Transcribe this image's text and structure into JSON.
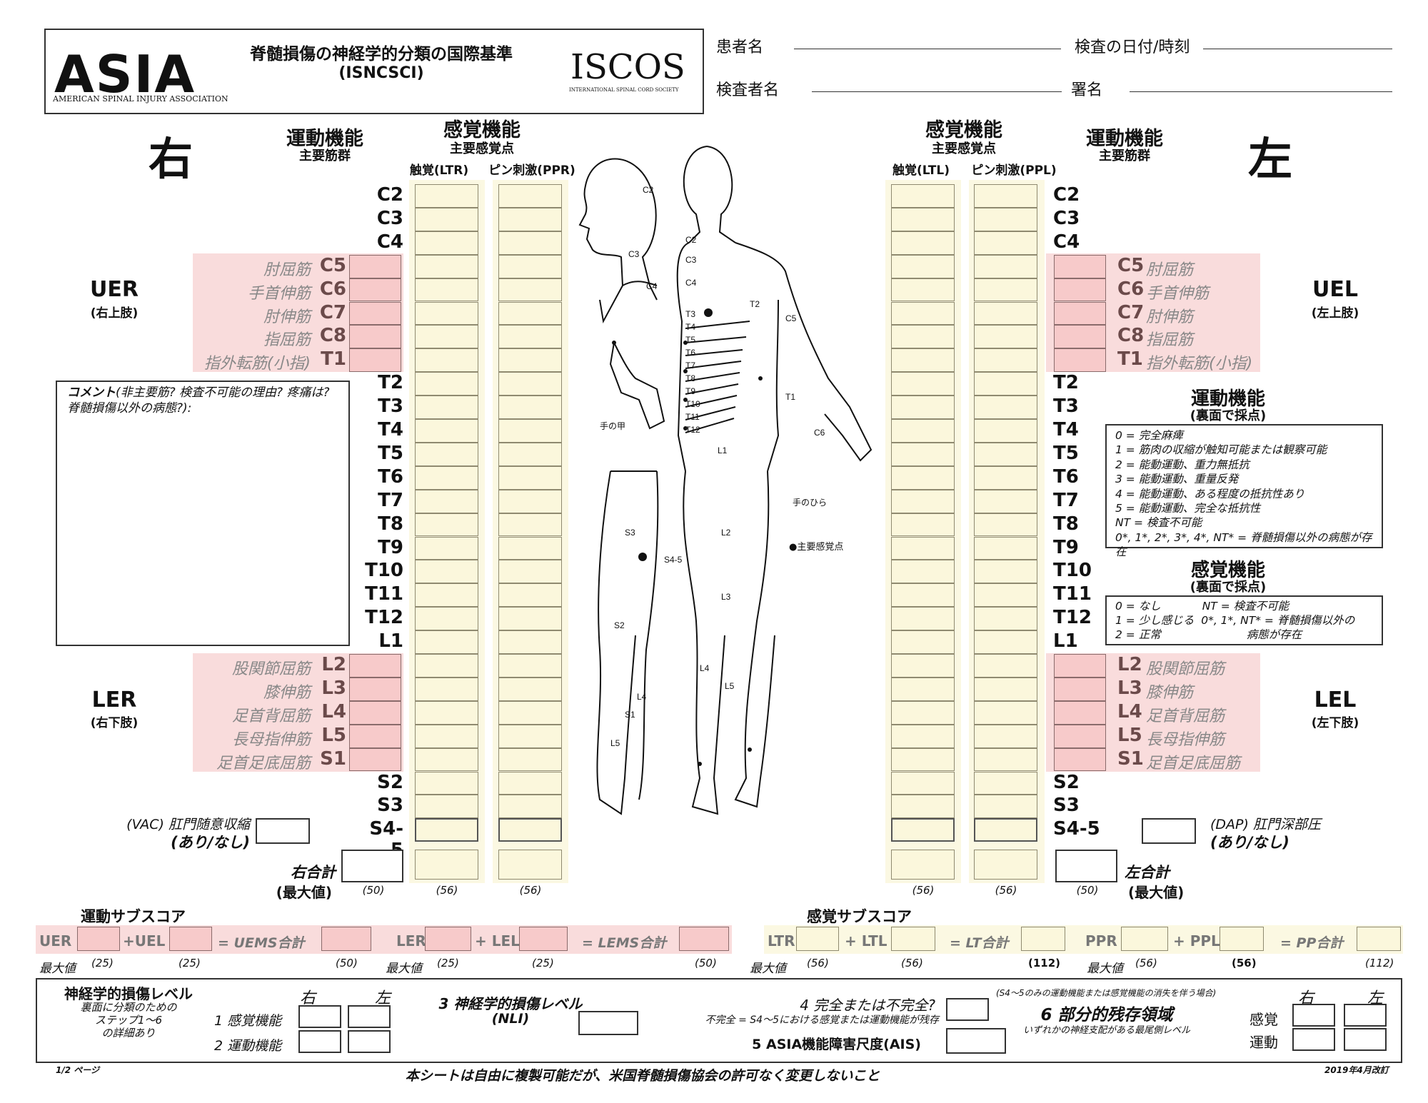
{
  "header": {
    "asia_logo": "ASIA",
    "asia_org": "AMERICAN SPINAL INJURY ASSOCIATION",
    "title": "脊髄損傷の神経学的分類の国際基準",
    "subtitle": "(ISNCSCI)",
    "iscos_logo": "ISCOS",
    "iscos_org": "INTERNATIONAL SPINAL CORD SOCIETY",
    "patient_name_label": "患者名",
    "exam_date_label": "検査の日付/時刻",
    "examiner_label": "検査者名",
    "signature_label": "署名"
  },
  "sides": {
    "right": "右",
    "left": "左"
  },
  "columns": {
    "motor": "運動機能",
    "motor_sub": "主要筋群",
    "sensory": "感覚機能",
    "sensory_sub": "主要感覚点",
    "ltr": "触覚(LTR)",
    "ppr": "ピン刺激(PPR)",
    "ltl": "触覚(LTL)",
    "ppl": "ピン刺激(PPL)"
  },
  "segments": [
    "C2",
    "C3",
    "C4",
    "C5",
    "C6",
    "C7",
    "C8",
    "T1",
    "T2",
    "T3",
    "T4",
    "T5",
    "T6",
    "T7",
    "T8",
    "T9",
    "T10",
    "T11",
    "T12",
    "L1",
    "L2",
    "L3",
    "L4",
    "L5",
    "S1",
    "S2",
    "S3",
    "S4-5"
  ],
  "upper_muscles": [
    {
      "seg": "C5",
      "name": "肘屈筋"
    },
    {
      "seg": "C6",
      "name": "手首伸筋"
    },
    {
      "seg": "C7",
      "name": "肘伸筋"
    },
    {
      "seg": "C8",
      "name": "指屈筋"
    },
    {
      "seg": "T1",
      "name": "指外転筋(小指)"
    }
  ],
  "lower_muscles": [
    {
      "seg": "L2",
      "name": "股関節屈筋"
    },
    {
      "seg": "L3",
      "name": "膝伸筋"
    },
    {
      "seg": "L4",
      "name": "足首背屈筋"
    },
    {
      "seg": "L5",
      "name": "長母指伸筋"
    },
    {
      "seg": "S1",
      "name": "足首足底屈筋"
    }
  ],
  "limb_labels": {
    "uer": "UER",
    "uer_sub": "(右上肢)",
    "uel": "UEL",
    "uel_sub": "(左上肢)",
    "ler": "LER",
    "ler_sub": "(右下肢)",
    "lel": "LEL",
    "lel_sub": "(左下肢)"
  },
  "comments": {
    "label": "コメント",
    "text": "(非主要筋? 検査不可能の理由? 疼痛は? 脊髄損傷以外の病態?):"
  },
  "motor_scoring": {
    "title": "運動機能",
    "sub": "(裏面で採点)",
    "items": [
      "0 = 完全麻痺",
      "1 = 筋肉の収縮が触知可能または観察可能",
      "2 = 能動運動、重力無抵抗",
      "3 = 能動運動、重量反発",
      "4 = 能動運動、ある程度の抵抗性あり",
      "5 = 能動運動、完全な抵抗性",
      "NT = 検査不可能",
      "0*, 1*, 2*, 3*, 4*, NT* = 脊髄損傷以外の病態が存在"
    ]
  },
  "sensory_scoring": {
    "title": "感覚機能",
    "sub": "(裏面で採点)",
    "items": [
      "0 = なし",
      "1 = 少し感じる",
      "2 = 正常",
      "NT = 検査不可能",
      "0*, 1*, NT* = 脊髄損傷以外の",
      "病態が存在"
    ]
  },
  "body_diagram": {
    "back_of_hand": "手の甲",
    "palm": "手のひら",
    "key_point": "●主要感覚点",
    "labels": [
      "C2",
      "C3",
      "C4",
      "C2",
      "C3",
      "C4",
      "T2",
      "T3",
      "T4",
      "T5",
      "T6",
      "T7",
      "T8",
      "T9",
      "T10",
      "T11",
      "T12",
      "C5",
      "T1",
      "C6",
      "L1",
      "L2",
      "L3",
      "L4",
      "L5",
      "S3",
      "S4-5",
      "S2",
      "S1",
      "L5",
      "L4"
    ]
  },
  "anal": {
    "vac": "(VAC) 肛門随意収縮",
    "vac_sub": "(あり/なし)",
    "dap": "(DAP) 肛門深部圧",
    "dap_sub": "(あり/なし)"
  },
  "totals": {
    "right_total": "右合計",
    "right_max": "(最大値)",
    "left_total": "左合計",
    "left_max": "(最大値)",
    "max50": "(50)",
    "max56": "(56)"
  },
  "motor_subscores": {
    "title": "運動サブスコア",
    "uer": "UER",
    "uel": "+UEL",
    "uems": "= UEMS合計",
    "ler": "LER",
    "lel": "+ LEL",
    "lems": "= LEMS合計",
    "max_label": "最大値",
    "uer_max": "(25)",
    "uel_max": "(25)",
    "uems_max": "(50)",
    "ler_max": "(25)",
    "lel_max": "(25)",
    "lems_max": "(50)"
  },
  "sensory_subscores": {
    "title": "感覚サブスコア",
    "ltr": "LTR",
    "ltl": "+ LTL",
    "lt": "= LT合計",
    "ppr": "PPR",
    "ppl": "+ PPL",
    "pp": "= PP合計",
    "max_label": "最大値",
    "ltr_max": "(56)",
    "ltl_max": "(56)",
    "lt_max": "(112)",
    "ppr_max": "(56)",
    "ppl_max": "(56)",
    "pp_max": "(112)"
  },
  "classification": {
    "nl_title": "神経学的損傷レベル",
    "nl_note": "裏面に分類のための\nステップ1～6\nの詳細あり",
    "right": "右",
    "left": "左",
    "sensory": "1 感覚機能",
    "motor": "2 運動機能",
    "nli": "3 神経学的損傷レベル",
    "nli_sub": "(NLI)",
    "complete": "4 完全または不完全?",
    "complete_note": "不完全 = S4～5における感覚または運動機能が残存",
    "ais": "5 ASIA機能障害尺度(AIS)",
    "zpp_note": "(S4～5のみの運動機能または感覚機能の消失を伴う場合)",
    "zpp": "6 部分的残存領域",
    "zpp_sub": "いずれかの神経支配がある最尾側レベル",
    "zpp_right": "右",
    "zpp_left": "左",
    "zpp_sensory": "感覚",
    "zpp_motor": "運動"
  },
  "footer": {
    "page": "1/2 ページ",
    "note": "本シートは自由に複製可能だが、米国脊髄損傷協会の許可なく変更しないこと",
    "revision": "2019年4月改訂"
  }
}
